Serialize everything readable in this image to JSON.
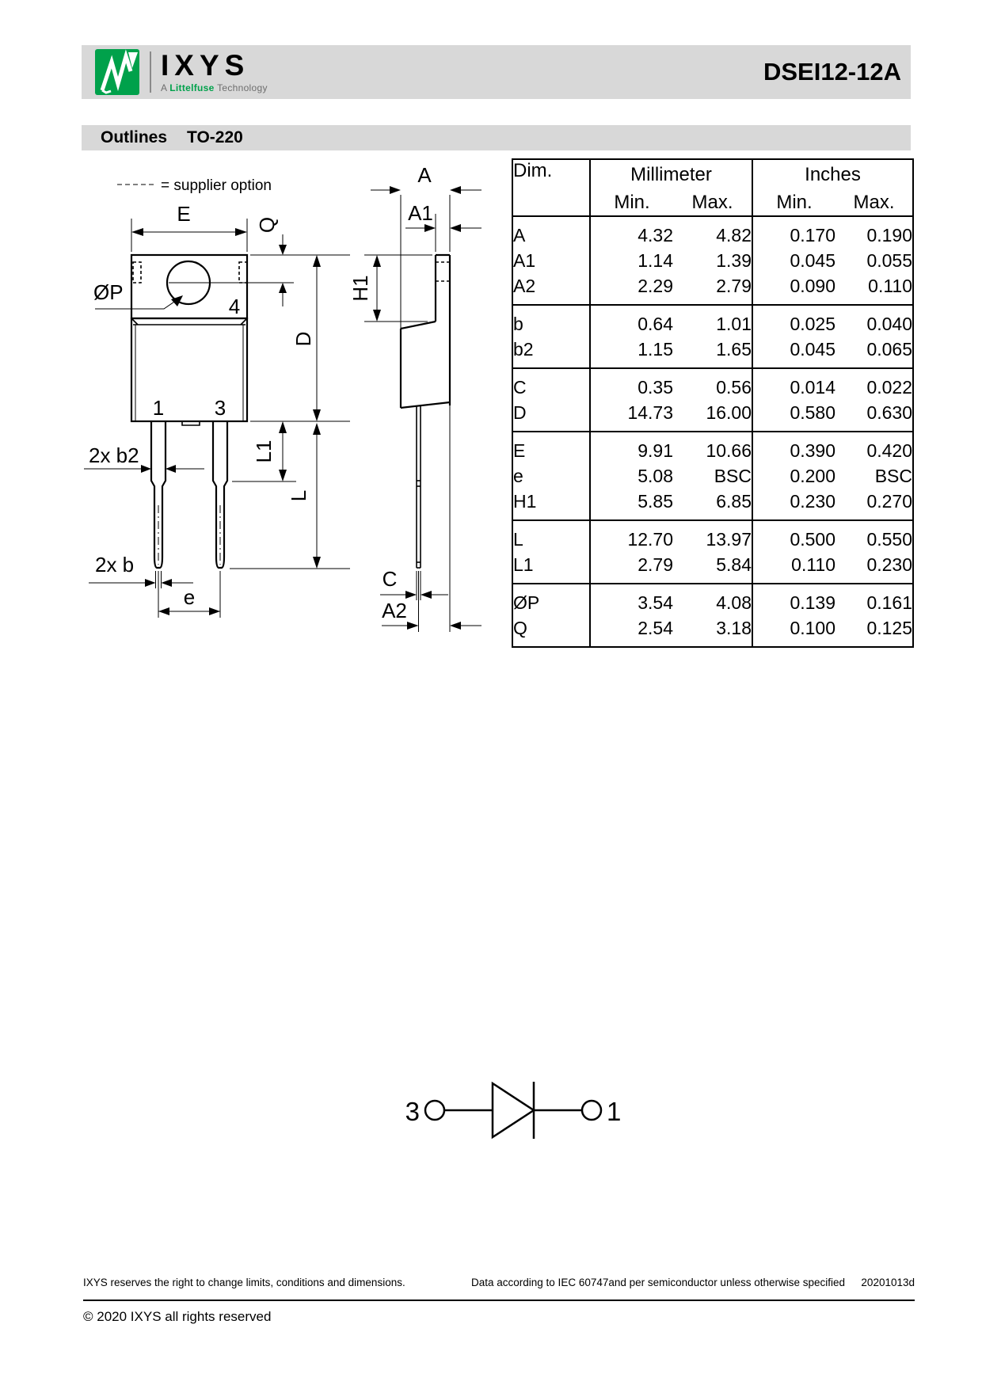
{
  "header": {
    "brand": "IXYS",
    "tagline": {
      "prefix": "A",
      "brand": "Littelfuse",
      "suffix": "Technology"
    },
    "part_number": "DSEI12-12A"
  },
  "section": {
    "title": "Outlines",
    "package": "TO-220"
  },
  "drawing": {
    "legend_text": "= supplier option",
    "labels": {
      "E": "E",
      "Q": "Q",
      "diaP": "ØP",
      "hole": "4",
      "pin1": "1",
      "pin3": "3",
      "b2": "2x b2",
      "b": "2x b",
      "e": "e",
      "L1": "L1",
      "L": "L",
      "D": "D",
      "A": "A",
      "A1": "A1",
      "H1": "H1",
      "C": "C",
      "A2": "A2"
    }
  },
  "dim_table": {
    "headers": {
      "dim": "Dim.",
      "millimeter": "Millimeter",
      "inches": "Inches",
      "min": "Min.",
      "max": "Max."
    },
    "groups": [
      {
        "rows": [
          {
            "dim": "A",
            "mm_min": "4.32",
            "mm_max": "4.82",
            "in_min": "0.170",
            "in_max": "0.190"
          },
          {
            "dim": "A1",
            "mm_min": "1.14",
            "mm_max": "1.39",
            "in_min": "0.045",
            "in_max": "0.055"
          },
          {
            "dim": "A2",
            "mm_min": "2.29",
            "mm_max": "2.79",
            "in_min": "0.090",
            "in_max": "0.110"
          }
        ]
      },
      {
        "rows": [
          {
            "dim": "b",
            "mm_min": "0.64",
            "mm_max": "1.01",
            "in_min": "0.025",
            "in_max": "0.040"
          },
          {
            "dim": "b2",
            "mm_min": "1.15",
            "mm_max": "1.65",
            "in_min": "0.045",
            "in_max": "0.065"
          }
        ]
      },
      {
        "rows": [
          {
            "dim": "C",
            "mm_min": "0.35",
            "mm_max": "0.56",
            "in_min": "0.014",
            "in_max": "0.022"
          },
          {
            "dim": "D",
            "mm_min": "14.73",
            "mm_max": "16.00",
            "in_min": "0.580",
            "in_max": "0.630"
          }
        ]
      },
      {
        "rows": [
          {
            "dim": "E",
            "mm_min": "9.91",
            "mm_max": "10.66",
            "in_min": "0.390",
            "in_max": "0.420"
          },
          {
            "dim": "e",
            "mm_min": "5.08",
            "mm_max": "BSC",
            "in_min": "0.200",
            "in_max": "BSC"
          },
          {
            "dim": "H1",
            "mm_min": "5.85",
            "mm_max": "6.85",
            "in_min": "0.230",
            "in_max": "0.270"
          }
        ]
      },
      {
        "rows": [
          {
            "dim": "L",
            "mm_min": "12.70",
            "mm_max": "13.97",
            "in_min": "0.500",
            "in_max": "0.550"
          },
          {
            "dim": "L1",
            "mm_min": "2.79",
            "mm_max": "5.84",
            "in_min": "0.110",
            "in_max": "0.230"
          }
        ]
      },
      {
        "rows": [
          {
            "dim": "ØP",
            "mm_min": "3.54",
            "mm_max": "4.08",
            "in_min": "0.139",
            "in_max": "0.161"
          },
          {
            "dim": "Q",
            "mm_min": "2.54",
            "mm_max": "3.18",
            "in_min": "0.100",
            "in_max": "0.125"
          }
        ]
      }
    ]
  },
  "schematic": {
    "left_pin": "3",
    "right_pin": "1"
  },
  "footer": {
    "disclaimer": "IXYS reserves the right to change limits, conditions and dimensions.",
    "standard": "Data according to IEC 60747and per semiconductor unless otherwise specified",
    "doc_code": "20201013d",
    "copyright": "© 2020 IXYS all rights reserved"
  },
  "colors": {
    "brand_green": "#00a14b",
    "bar_gray": "#d8d8d8"
  }
}
